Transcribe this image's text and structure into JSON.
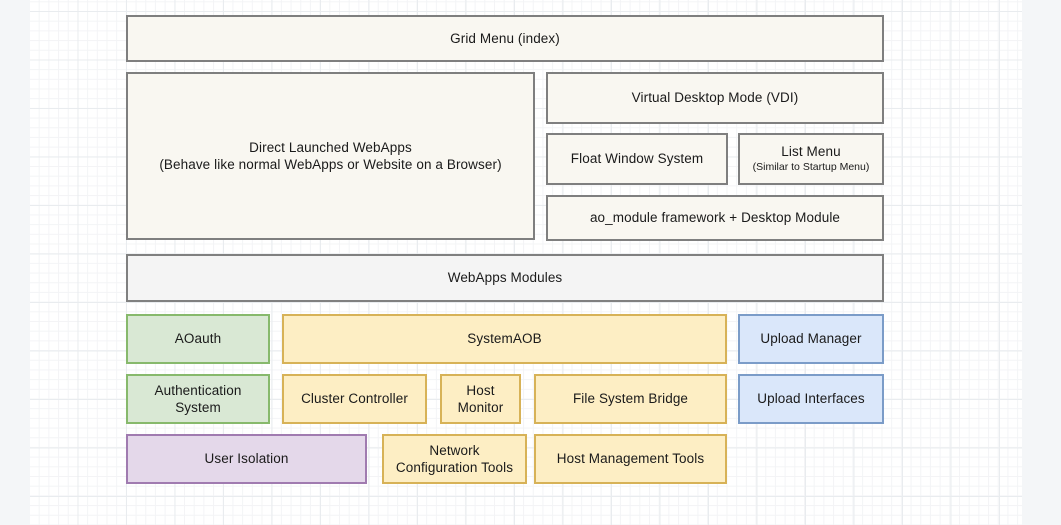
{
  "diagram": {
    "title": "Grid Menu (index)",
    "nodes": [
      {
        "id": "grid-menu",
        "label": "Grid Menu (index)",
        "sub": "",
        "style": "cream"
      },
      {
        "id": "direct-webapps",
        "label": "Direct Launched WebApps\n(Behave like normal WebApps or Website on a Browser)",
        "sub": "",
        "style": "cream"
      },
      {
        "id": "vdi",
        "label": "Virtual Desktop Mode (VDI)",
        "sub": "",
        "style": "cream"
      },
      {
        "id": "float-window",
        "label": "Float Window System",
        "sub": "",
        "style": "cream"
      },
      {
        "id": "list-menu",
        "label": "List Menu",
        "sub": "(Similar to Startup Menu)",
        "style": "cream"
      },
      {
        "id": "ao-module",
        "label": "ao_module framework + Desktop Module",
        "sub": "",
        "style": "cream"
      },
      {
        "id": "webapps-modules",
        "label": "WebApps Modules",
        "sub": "",
        "style": "gray"
      },
      {
        "id": "aoauth",
        "label": "AOauth",
        "sub": "",
        "style": "green"
      },
      {
        "id": "system-aob",
        "label": "SystemAOB",
        "sub": "",
        "style": "yellow"
      },
      {
        "id": "upload-manager",
        "label": "Upload Manager",
        "sub": "",
        "style": "blue"
      },
      {
        "id": "auth-system",
        "label": "Authentication\nSystem",
        "sub": "",
        "style": "green"
      },
      {
        "id": "cluster-controller",
        "label": "Cluster Controller",
        "sub": "",
        "style": "yellow"
      },
      {
        "id": "host-monitor",
        "label": "Host\nMonitor",
        "sub": "",
        "style": "yellow"
      },
      {
        "id": "file-system-bridge",
        "label": "File System Bridge",
        "sub": "",
        "style": "yellow"
      },
      {
        "id": "upload-interfaces",
        "label": "Upload Interfaces",
        "sub": "",
        "style": "blue"
      },
      {
        "id": "user-isolation",
        "label": "User Isolation",
        "sub": "",
        "style": "purple"
      },
      {
        "id": "network-config",
        "label": "Network\nConfiguration Tools",
        "sub": "",
        "style": "yellow"
      },
      {
        "id": "host-mgmt-tools",
        "label": "Host Management Tools",
        "sub": "",
        "style": "yellow"
      }
    ],
    "colors": {
      "cream_fill": "#f9f7f1",
      "cream_border": "#7f7f7f",
      "gray_fill": "#f4f4f4",
      "gray_border": "#808080",
      "green_fill": "#d9e8d4",
      "green_border": "#87b96c",
      "yellow_fill": "#fdeec4",
      "yellow_border": "#d7b257",
      "blue_fill": "#dae7fa",
      "blue_border": "#7b9cc8",
      "purple_fill": "#e4d8ea",
      "purple_border": "#a07bb0",
      "canvas": "#ffffff",
      "page": "#f4f6f8",
      "grid_minor": "#f3f4f6",
      "grid_major": "#e9ecef"
    }
  }
}
